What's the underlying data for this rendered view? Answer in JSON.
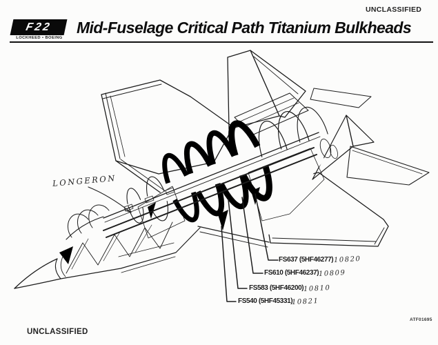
{
  "classification_top": "UNCLASSIFIED",
  "classification_bottom": "UNCLASSIFIED",
  "header": {
    "title": "Mid-Fuselage Critical Path Titanium Bulkheads",
    "logo_wordmark": "F22",
    "logo_subtext": "LOCKHEED • BOEING"
  },
  "figure": {
    "longeron_label": "LONGERON",
    "callouts": [
      {
        "label": "FS637 (5HF46277)",
        "handwritten": "10820"
      },
      {
        "label": "FS610 (5HF46237)",
        "handwritten": "10809"
      },
      {
        "label": "FS583 (5HF46200)",
        "handwritten": "10810"
      },
      {
        "label": "FS540 (5HF45331)",
        "handwritten": "10821"
      }
    ],
    "figure_number": "ATF01695"
  },
  "colors": {
    "ink": "#1c1c1c",
    "paper": "#fcfcfb",
    "bulkhead_fill": "#000000"
  }
}
